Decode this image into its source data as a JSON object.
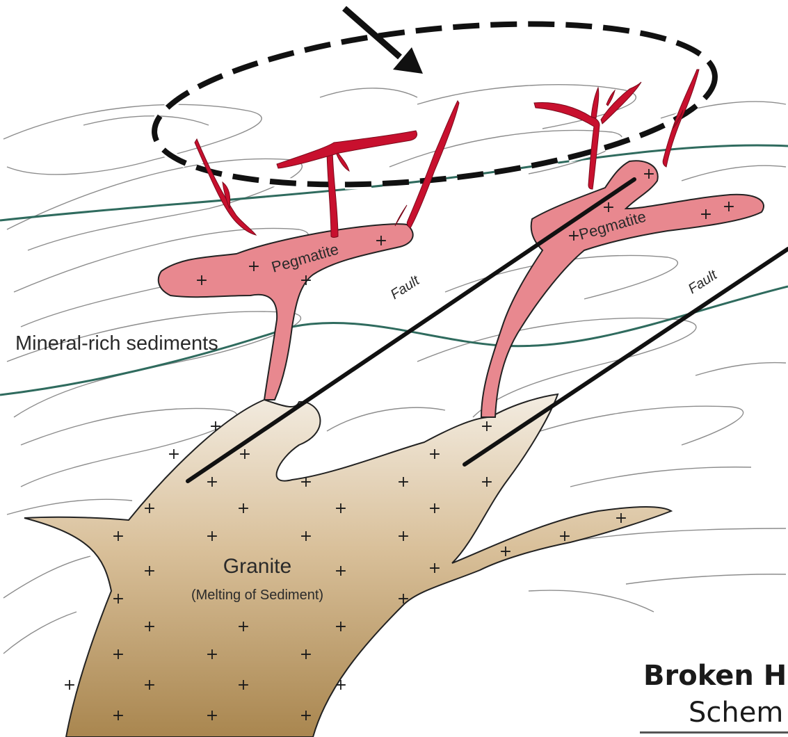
{
  "labels": {
    "sediments": "Mineral-rich sediments",
    "pegmatite_left": "Pegmatite",
    "pegmatite_right": "Pegmatite",
    "fault_left": "Fault",
    "fault_right": "Fault",
    "granite": "Granite",
    "granite_note": "(Melting of Sediment)",
    "title": "Broken H",
    "subtitle": "Schem"
  },
  "colors": {
    "pegmatite_fill": "#e8888f",
    "vein": "#c8102e",
    "granite_top": "#f1e9dd",
    "granite_bottom": "#ad8a52",
    "stratum_line": "#2f6b5e",
    "fault": "#111111",
    "squiggle": "#8a8a8a"
  }
}
